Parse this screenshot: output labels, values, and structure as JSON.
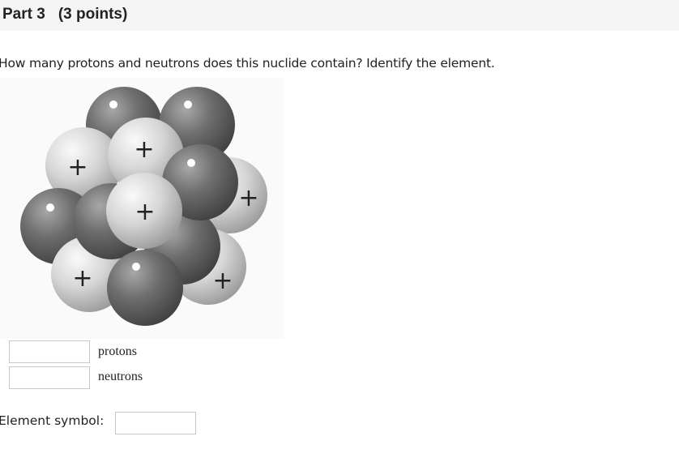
{
  "header": {
    "part": "Part 3",
    "points": "(3 points)"
  },
  "question": {
    "text": "How many protons and neutrons does this nuclide contain? Identify the element."
  },
  "figure": {
    "icon": "nucleus-diagram",
    "proton_symbol": "+",
    "proton_color": "#d4d4d4",
    "neutron_color": "#6a6a6a"
  },
  "answers": {
    "protons": {
      "label": "protons",
      "value": ""
    },
    "neutrons": {
      "label": "neutrons",
      "value": ""
    },
    "element": {
      "label": "Element symbol:",
      "value": ""
    }
  }
}
